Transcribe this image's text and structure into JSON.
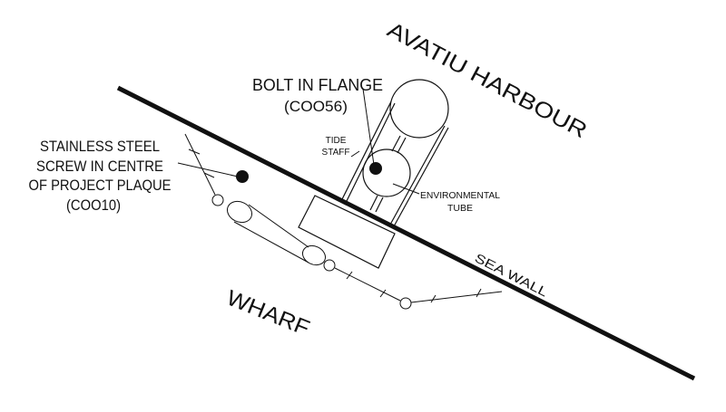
{
  "labels": {
    "harbour": "AVATIU HARBOUR",
    "wharf": "WHARF",
    "sea_wall": "SEA WALL",
    "bolt_line1": "BOLT IN FLANGE",
    "bolt_line2": "(COO56)",
    "tide_line1": "TIDE",
    "tide_line2": "STAFF",
    "env_line1": "ENVIRONMENTAL",
    "env_line2": "TUBE",
    "screw_line1": "STAINLESS STEEL",
    "screw_line2": "SCREW IN CENTRE",
    "screw_line3": "OF PROJECT PLAQUE",
    "screw_line4": "(COO10)"
  },
  "colors": {
    "ink": "#111111",
    "background": "#ffffff"
  }
}
